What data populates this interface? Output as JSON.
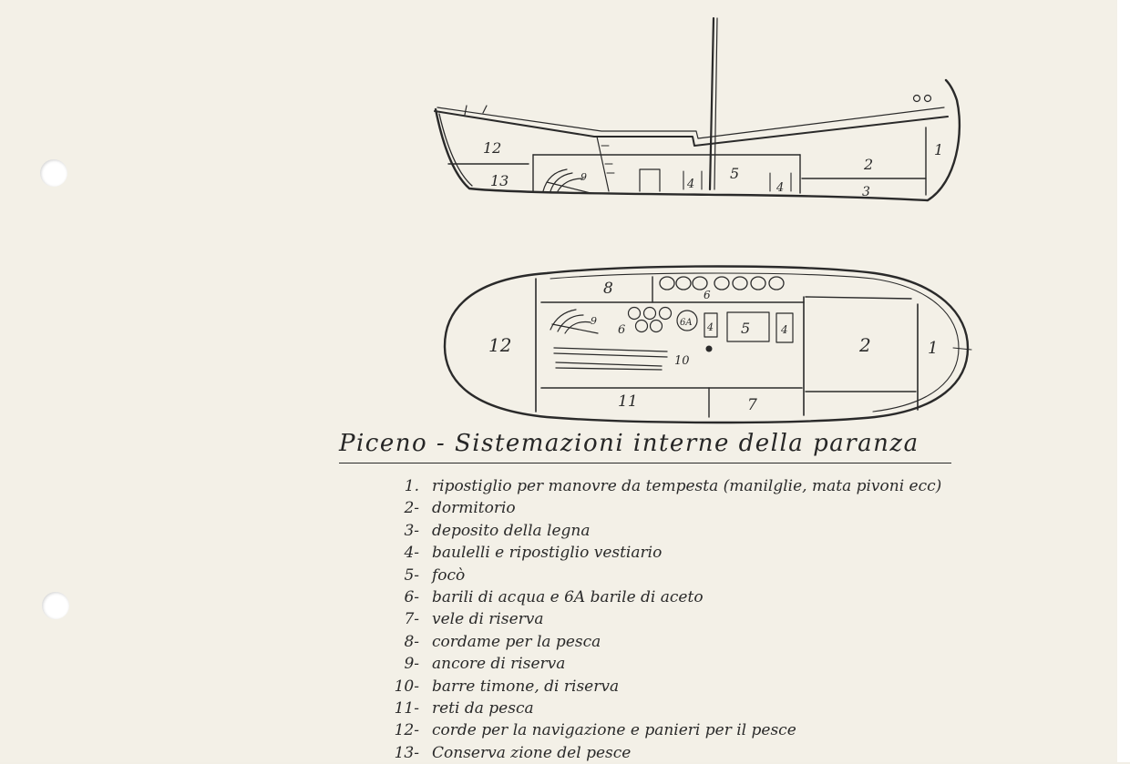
{
  "diagram": {
    "side_view_labels": [
      "12",
      "13",
      "9",
      "4",
      "5",
      "4",
      "2",
      "1",
      "3"
    ],
    "top_view_labels": [
      "8",
      "6",
      "12",
      "9",
      "6",
      "6A",
      "4",
      "5",
      "4",
      "10",
      "2",
      "1",
      "11",
      "7"
    ]
  },
  "title": "Piceno - Sistemazioni interne della paranza",
  "legend": [
    {
      "num": "1.",
      "text": "ripostiglio per manovre da tempesta (manilglie, mata pivoni ecc)"
    },
    {
      "num": "2-",
      "text": "dormitorio"
    },
    {
      "num": "3-",
      "text": "deposito della legna"
    },
    {
      "num": "4-",
      "text": "baulelli e ripostiglio vestiario"
    },
    {
      "num": "5-",
      "text": "focò"
    },
    {
      "num": "6-",
      "text": "barili di acqua e 6A barile di aceto"
    },
    {
      "num": "7-",
      "text": "vele di riserva"
    },
    {
      "num": "8-",
      "text": "cordame per la pesca"
    },
    {
      "num": "9-",
      "text": "ancore di riserva"
    },
    {
      "num": "10-",
      "text": "barre timone, di riserva"
    },
    {
      "num": "11-",
      "text": "reti da pesca"
    },
    {
      "num": "12-",
      "text": "corde per la navigazione e panieri per il pesce"
    },
    {
      "num": "13-",
      "text": "Conserva zione del pesce"
    }
  ]
}
